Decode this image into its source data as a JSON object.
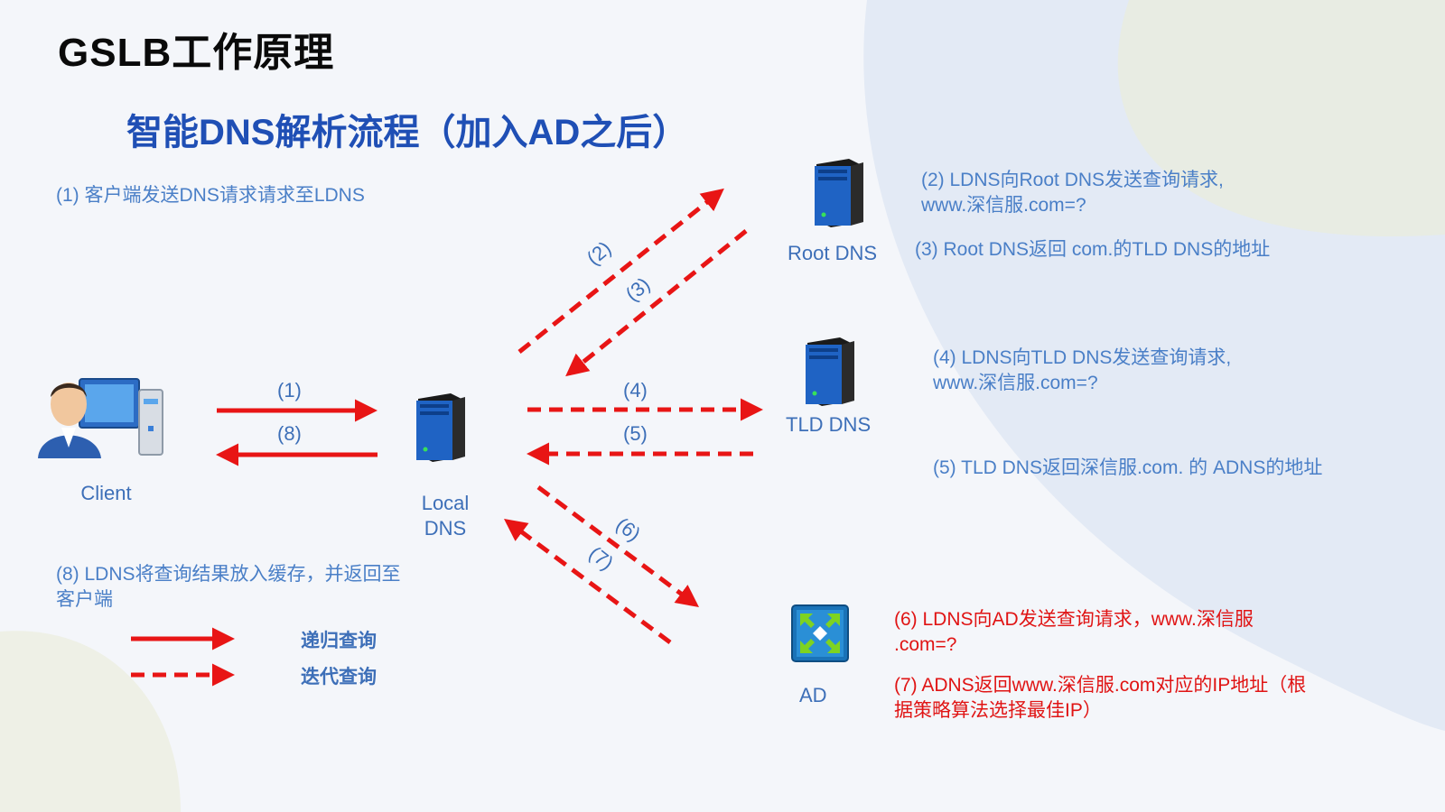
{
  "title": "GSLB工作原理",
  "subtitle": "智能DNS解析流程（加入AD之后）",
  "nodes": {
    "client": "Client",
    "local_dns": [
      "Local",
      "DNS"
    ],
    "root_dns": "Root DNS",
    "tld_dns": "TLD DNS",
    "ad": "AD"
  },
  "steps": {
    "s1": "(1) 客户端发送DNS请求请求至LDNS",
    "s2": [
      "(2) LDNS向Root DNS发送查询请求,",
      "www.深信服.com=?"
    ],
    "s3": "(3) Root DNS返回 com.的TLD DNS的地址",
    "s4": [
      "(4) LDNS向TLD DNS发送查询请求,",
      "www.深信服.com=?"
    ],
    "s5": "(5) TLD DNS返回深信服.com. 的 ADNS的地址",
    "s6": [
      "(6) LDNS向AD发送查询请求，www.深信服",
      ".com=?"
    ],
    "s7": [
      "(7) ADNS返回www.深信服.com对应的IP地址（根",
      "据策略算法选择最佳IP）"
    ],
    "s8": [
      "(8) LDNS将查询结果放入缓存，并返回至",
      "客户端"
    ]
  },
  "arrow_labels": {
    "a1": "(1)",
    "a2": "(2)",
    "a3": "(3)",
    "a4": "(4)",
    "a5": "(5)",
    "a6": "(6)",
    "a7": "(7)",
    "a8": "(8)"
  },
  "legend": {
    "recursive": "递归查询",
    "iterative": "迭代查询"
  },
  "colors": {
    "arrow": "#e81515",
    "text_blue": "#4a7fc7",
    "title_blue": "#1f4fb5",
    "highlight_red": "#e01414"
  },
  "icons": {
    "client": "user-computer-icon",
    "server": "server-tower-icon",
    "ad": "load-balancer-icon"
  }
}
